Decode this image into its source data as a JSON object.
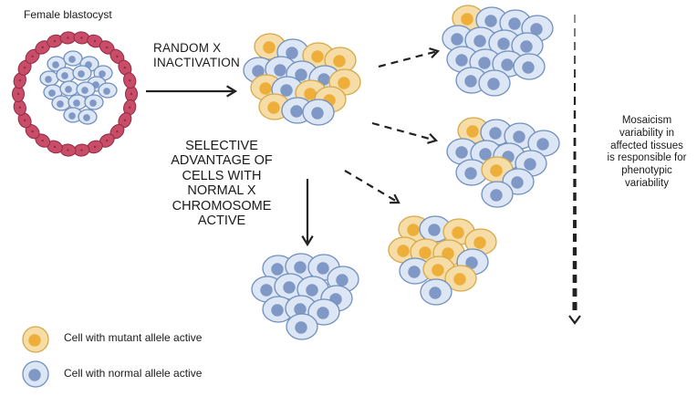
{
  "blastocyst": {
    "title": "Female blastocyst"
  },
  "labels": {
    "random_line1": "RANDOM X",
    "random_line2": "INACTIVATION",
    "selective_lines": [
      "SELECTIVE",
      "ADVANTAGE OF",
      "CELLS WITH",
      "NORMAL X",
      "CHROMOSOME",
      "ACTIVE"
    ],
    "mosaic_lines": [
      "Mosaicism",
      "variability in",
      "affected tissues",
      "is responsible for",
      "phenotypic",
      "variability"
    ]
  },
  "legend": {
    "mutant_label": "Cell with mutant allele active",
    "normal_label": "Cell with normal allele active"
  },
  "colors": {
    "mutant_fill": "#f6dca6",
    "mutant_stroke": "#d6a94a",
    "mutant_nucleus": "#eeae3a",
    "normal_fill": "#dde6f4",
    "normal_stroke": "#6f8fbe",
    "normal_nucleus": "#7f98c6",
    "trophoblast_fill": "#c94d68",
    "trophoblast_stroke": "#8f2c44",
    "arrow": "#222222"
  },
  "icons": [
    "solid-arrow-icon",
    "dashed-arrow-icon",
    "dashed-down-arrow-icon",
    "cell-icon"
  ]
}
